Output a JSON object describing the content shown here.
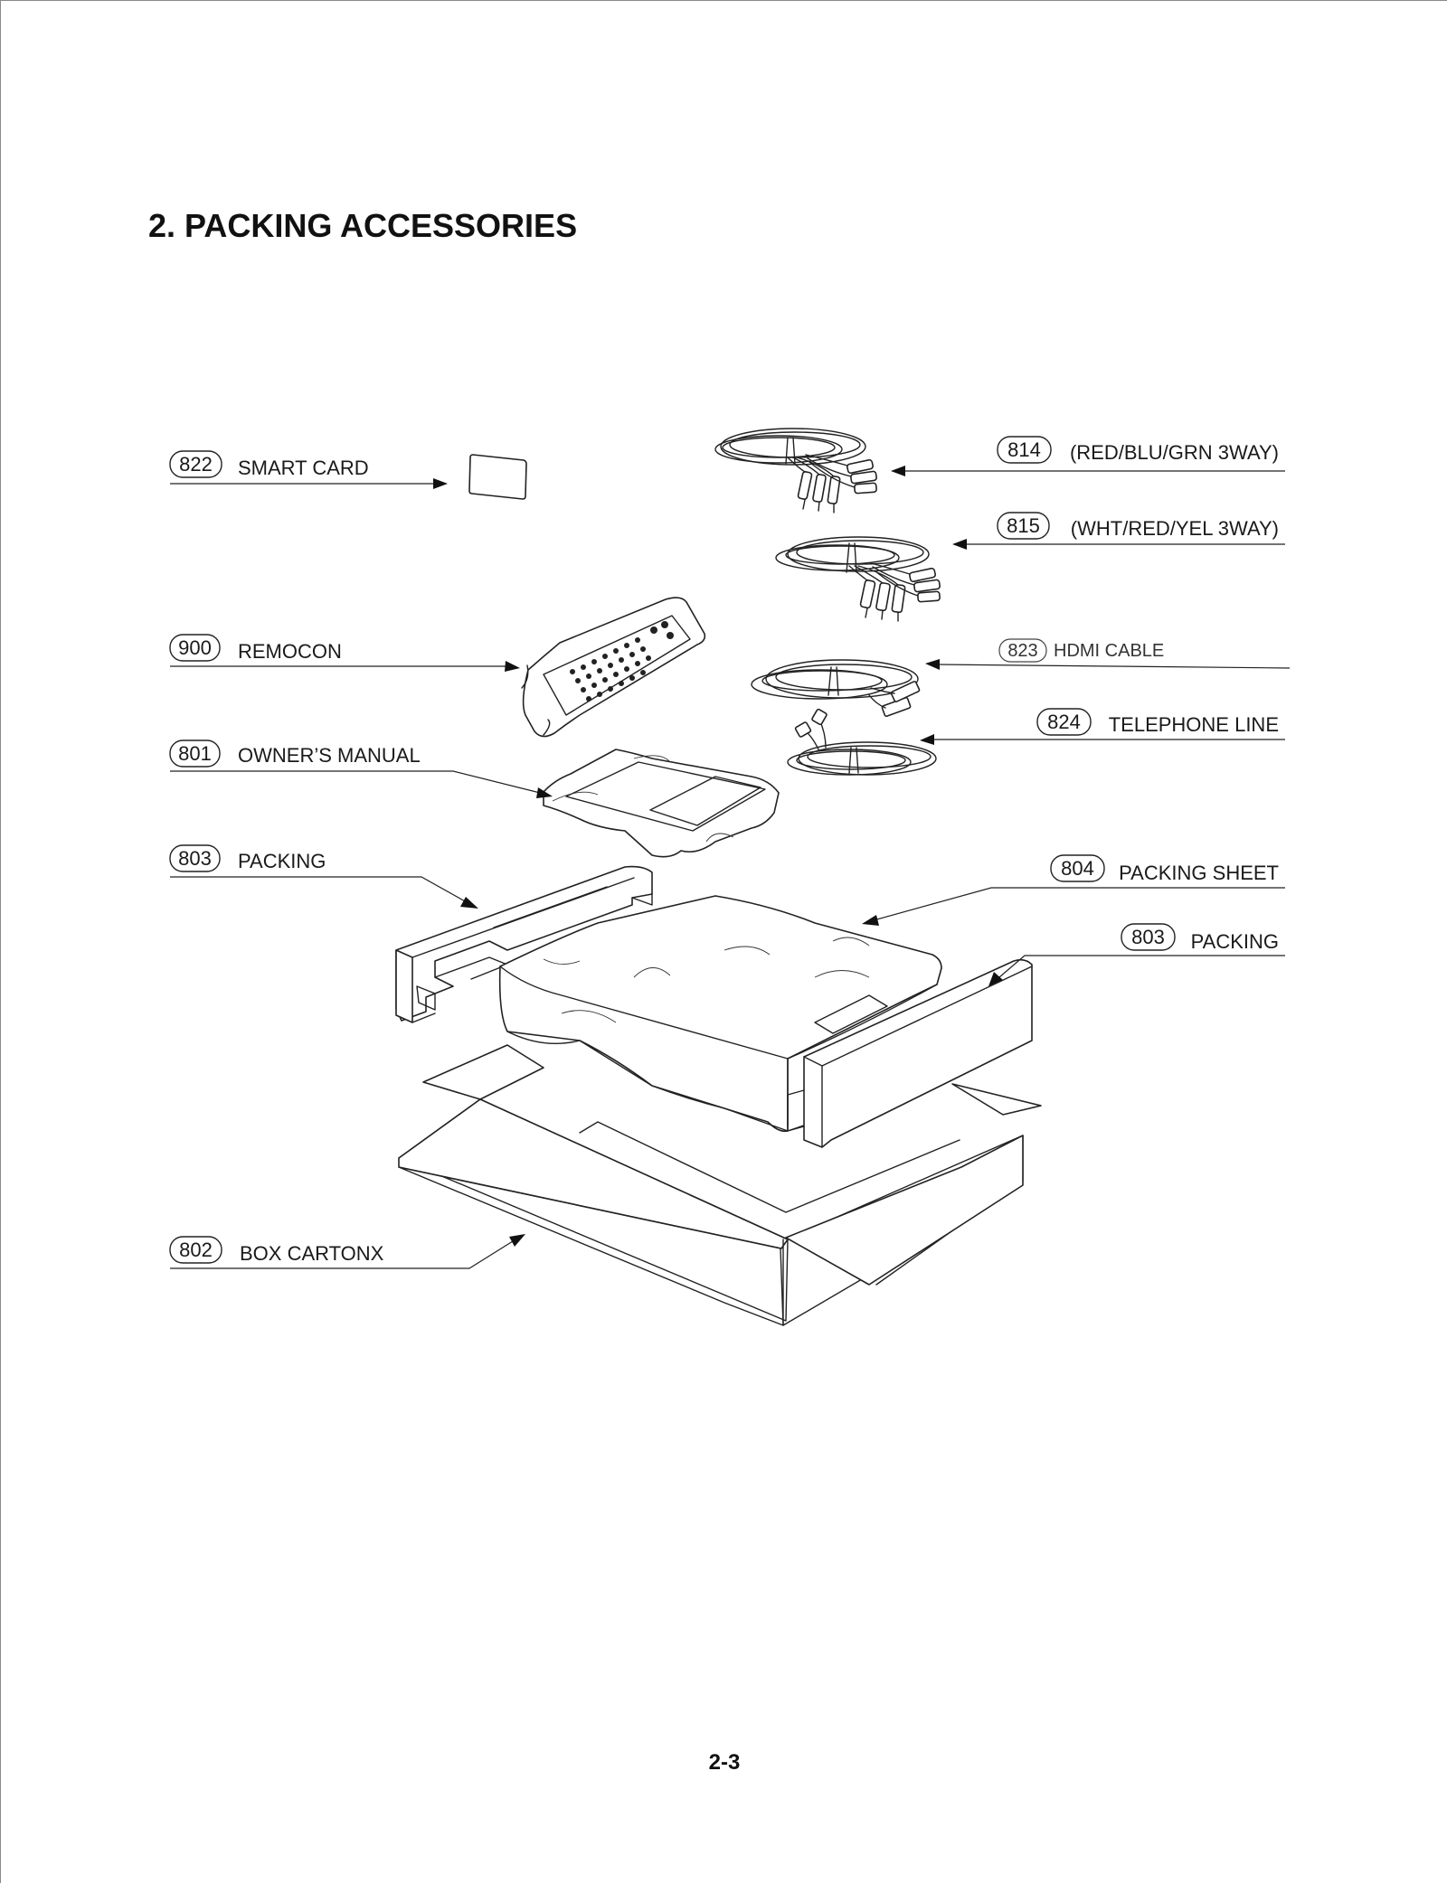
{
  "title": "2. PACKING ACCESSORIES",
  "page_number": "2-3",
  "callouts": [
    {
      "id": "822",
      "label": "SMART CARD"
    },
    {
      "id": "900",
      "label": "REMOCON"
    },
    {
      "id": "801",
      "label": "OWNER’S MANUAL"
    },
    {
      "id": "803",
      "label": "PACKING"
    },
    {
      "id": "802",
      "label": "BOX CARTONX"
    },
    {
      "id": "814",
      "label": "(RED/BLU/GRN 3WAY)"
    },
    {
      "id": "815",
      "label": "(WHT/RED/YEL 3WAY)"
    },
    {
      "id": "823",
      "label": "HDMI CABLE"
    },
    {
      "id": "824",
      "label": "TELEPHONE LINE"
    },
    {
      "id": "804",
      "label": "PACKING SHEET"
    },
    {
      "id": "803",
      "label": "PACKING"
    }
  ]
}
